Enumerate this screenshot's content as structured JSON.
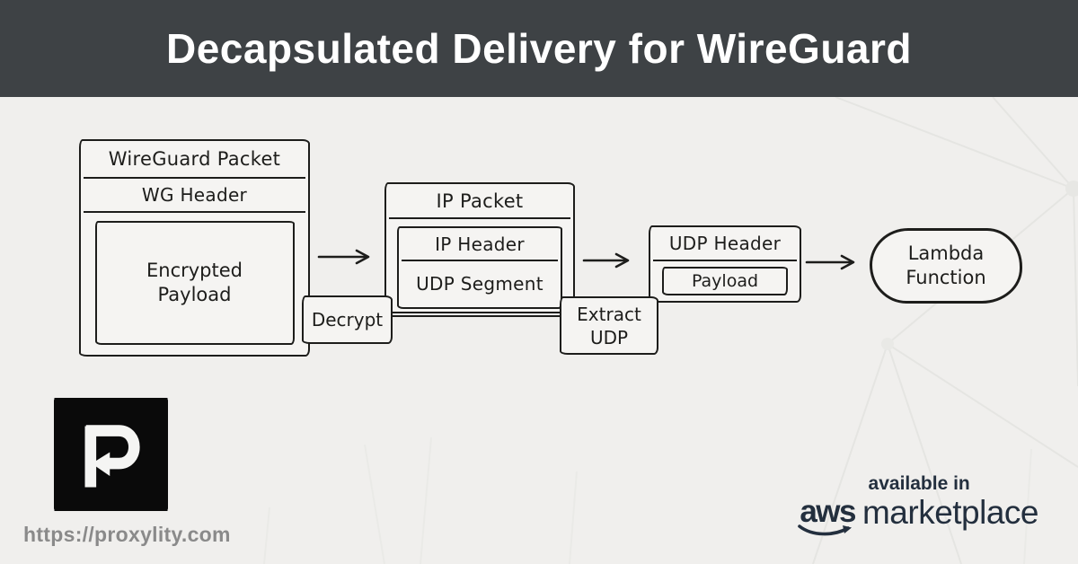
{
  "colors": {
    "header_bg": "#3e4245",
    "canvas_bg": "#f0efed",
    "ink": "#1d1d1b",
    "box_fill": "#f5f4f2",
    "aws_navy": "#232f3e",
    "url_gray": "#8a8a8a",
    "logo_bg": "#0a0a0a"
  },
  "header": {
    "title": "Decapsulated Delivery for WireGuard"
  },
  "diagram": {
    "wireguard_packet": {
      "title": "WireGuard Packet",
      "header_label": "WG Header",
      "payload_label": "Encrypted\nPayload"
    },
    "decrypt": {
      "label": "Decrypt"
    },
    "ip_packet": {
      "title": "IP Packet",
      "header_label": "IP Header",
      "segment_label": "UDP Segment"
    },
    "extract_udp": {
      "label": "Extract\nUDP"
    },
    "udp_datagram": {
      "title": "UDP Header",
      "payload_label": "Payload"
    },
    "lambda_function": {
      "label": "Lambda\nFunction"
    }
  },
  "footer": {
    "url": "https://proxylity.com",
    "aws_badge": {
      "tagline": "available in",
      "brand": "aws",
      "product": "marketplace"
    }
  }
}
